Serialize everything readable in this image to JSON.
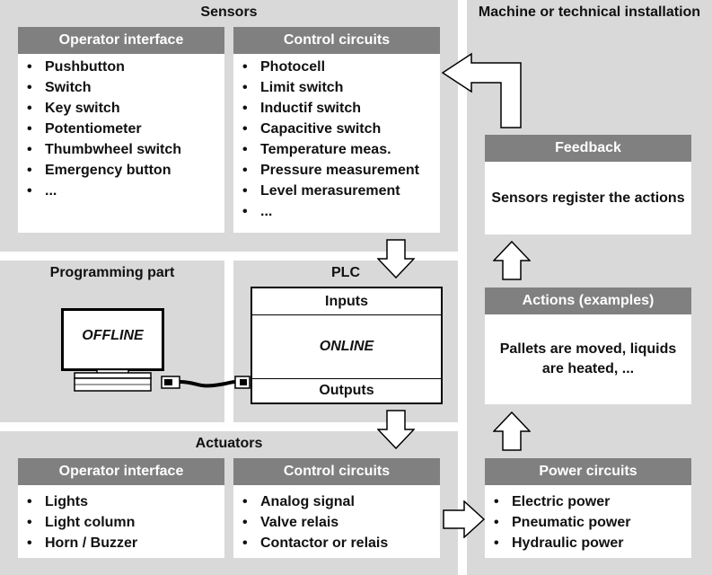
{
  "sensors": {
    "title": "Sensors",
    "operator_interface": {
      "title": "Operator interface",
      "items": [
        "Pushbutton",
        "Switch",
        "Key switch",
        "Potentiometer",
        "Thumbwheel switch",
        "Emergency button",
        "..."
      ]
    },
    "control_circuits": {
      "title": "Control circuits",
      "items": [
        "Photocell",
        "Limit switch",
        "Inductif switch",
        "Capacitive switch",
        "Temperature meas.",
        "Pressure measurement",
        "Level merasurement",
        "..."
      ]
    }
  },
  "programming": {
    "title": "Programming part",
    "computer_label": "OFFLINE"
  },
  "plc": {
    "title": "PLC",
    "inputs": "Inputs",
    "mode": "ONLINE",
    "outputs": "Outputs"
  },
  "actuators": {
    "title": "Actuators",
    "operator_interface": {
      "title": "Operator interface",
      "items": [
        "Lights",
        "Light column",
        "Horn / Buzzer"
      ]
    },
    "control_circuits": {
      "title": "Control circuits",
      "items": [
        "Analog signal",
        "Valve relais",
        "Contactor or relais"
      ]
    }
  },
  "machine": {
    "title": "Machine or technical installation",
    "feedback": {
      "title": "Feedback",
      "text": "Sensors register the actions"
    },
    "actions": {
      "title": "Actions  (examples)",
      "text_line1": "Pallets are moved, liquids",
      "text_line2": "are heated, ..."
    },
    "power_circuits": {
      "title": "Power circuits",
      "items": [
        "Electric power",
        "Pneumatic power",
        "Hydraulic power"
      ]
    }
  },
  "colors": {
    "region_bg": "#d9d9d9",
    "header_bg": "#808080",
    "card_bg": "#ffffff"
  }
}
